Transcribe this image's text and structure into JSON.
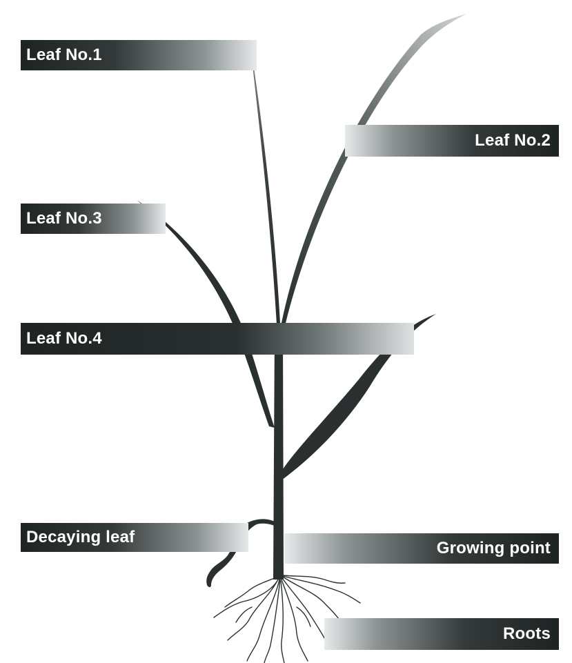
{
  "labels": {
    "leaf1": "Leaf No.1",
    "leaf2": "Leaf No.2",
    "leaf3": "Leaf No.3",
    "leaf4": "Leaf No.4",
    "decaying_leaf": "Decaying leaf",
    "growing_point": "Growing point",
    "roots": "Roots"
  },
  "colors": {
    "plant": "#2a3030",
    "label_text": "#ffffff",
    "bar_dark": "#1e2323"
  }
}
